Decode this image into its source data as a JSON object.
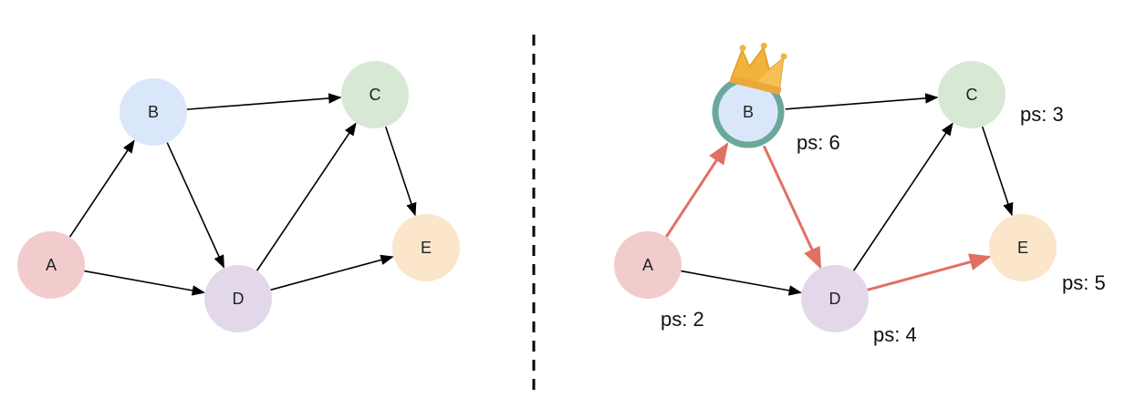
{
  "colors": {
    "A": "#f2cccc",
    "B": "#dae7fb",
    "C": "#d7e8d4",
    "D": "#e2d8ea",
    "E": "#fbe5cb",
    "edge": "#000000",
    "highlight_edge": "#e07066",
    "highlight_ring": "#6aa89a",
    "crown": "#f0b43c",
    "divider": "#000000"
  },
  "left_graph": {
    "nodes": {
      "A": {
        "label": "A"
      },
      "B": {
        "label": "B"
      },
      "C": {
        "label": "C"
      },
      "D": {
        "label": "D"
      },
      "E": {
        "label": "E"
      }
    },
    "edges": [
      {
        "from": "A",
        "to": "B"
      },
      {
        "from": "A",
        "to": "D"
      },
      {
        "from": "B",
        "to": "C"
      },
      {
        "from": "B",
        "to": "D"
      },
      {
        "from": "D",
        "to": "C"
      },
      {
        "from": "D",
        "to": "E"
      },
      {
        "from": "C",
        "to": "E"
      }
    ]
  },
  "right_graph": {
    "nodes": {
      "A": {
        "label": "A",
        "ps": "ps: 2"
      },
      "B": {
        "label": "B",
        "ps": "ps: 6"
      },
      "C": {
        "label": "C",
        "ps": "ps: 3"
      },
      "D": {
        "label": "D",
        "ps": "ps: 4"
      },
      "E": {
        "label": "E",
        "ps": "ps: 5"
      }
    },
    "edges": [
      {
        "from": "A",
        "to": "B",
        "highlight": true
      },
      {
        "from": "A",
        "to": "D",
        "highlight": false
      },
      {
        "from": "B",
        "to": "C",
        "highlight": false
      },
      {
        "from": "B",
        "to": "D",
        "highlight": true
      },
      {
        "from": "D",
        "to": "C",
        "highlight": false
      },
      {
        "from": "D",
        "to": "E",
        "highlight": true
      },
      {
        "from": "C",
        "to": "E",
        "highlight": false
      }
    ],
    "crowned_node": "B",
    "crown_icon": "crown-icon"
  }
}
